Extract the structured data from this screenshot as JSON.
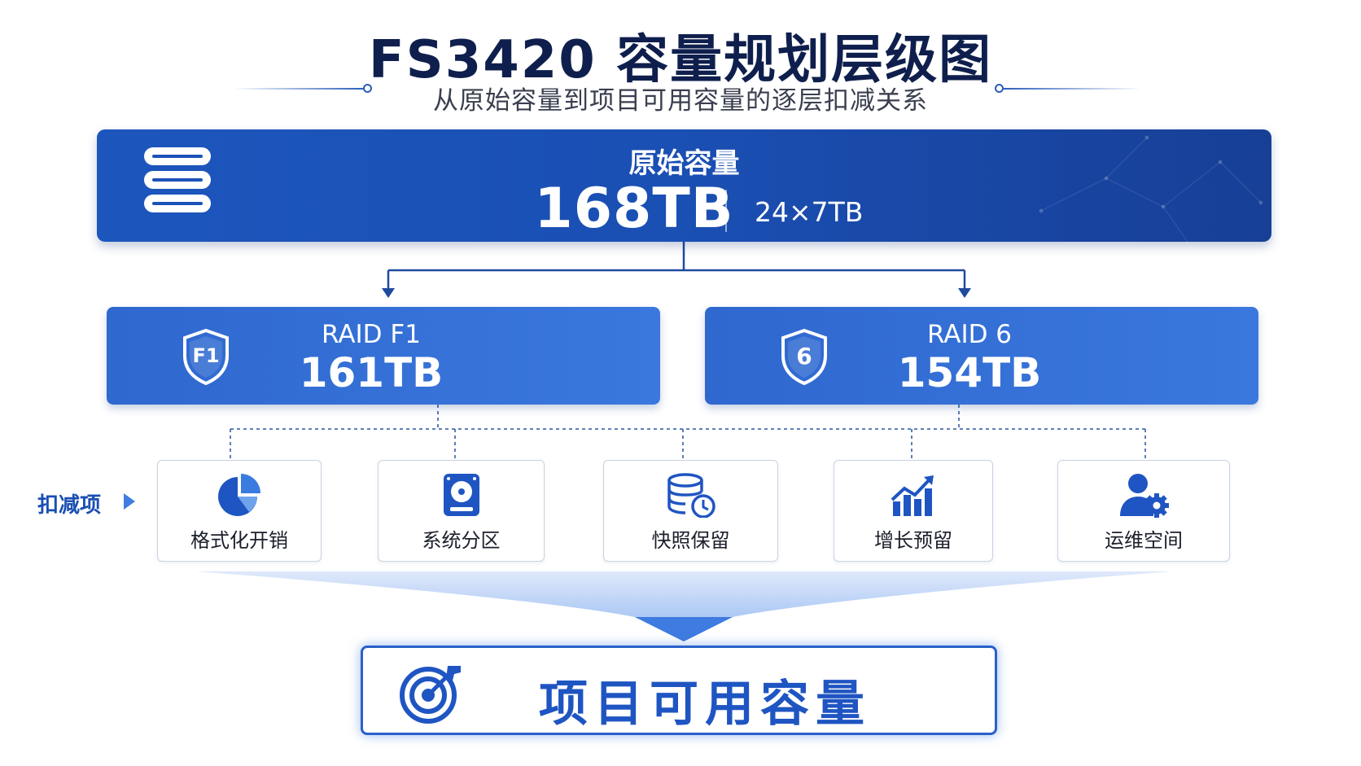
{
  "header": {
    "title": "FS3420 容量规划层级图",
    "subtitle": "从原始容量到项目可用容量的逐层扣减关系"
  },
  "raw": {
    "label": "原始容量",
    "value": "168TB",
    "detail": "24×7TB"
  },
  "raid": [
    {
      "icon": "shield-f1-icon",
      "badge": "F1",
      "name": "RAID F1",
      "value": "161TB"
    },
    {
      "icon": "shield-6-icon",
      "badge": "6",
      "name": "RAID 6",
      "value": "154TB"
    }
  ],
  "deductions": {
    "label": "扣减项",
    "items": [
      {
        "icon": "pie-chart-icon",
        "label": "格式化开销"
      },
      {
        "icon": "hard-disk-icon",
        "label": "系统分区"
      },
      {
        "icon": "database-clock-icon",
        "label": "快照保留"
      },
      {
        "icon": "growth-chart-icon",
        "label": "增长预留"
      },
      {
        "icon": "user-gear-icon",
        "label": "运维空间"
      }
    ]
  },
  "result": {
    "icon": "target-icon",
    "label": "项目可用容量"
  },
  "colors": {
    "primary": "#1a4fb3",
    "raid": "#3570d6",
    "accent": "#1f55c2",
    "text_dark": "#0f1f4d"
  }
}
